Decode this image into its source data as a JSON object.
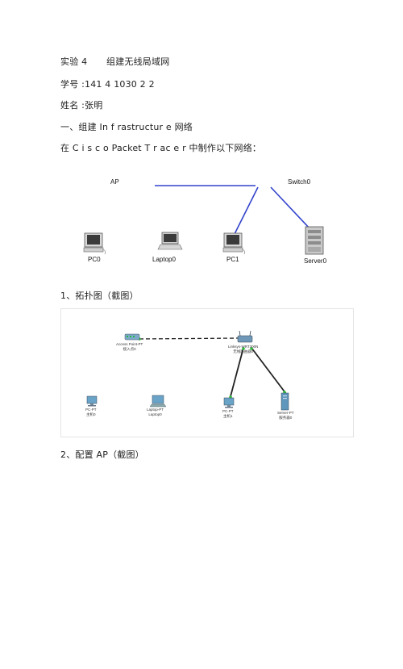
{
  "title": {
    "experiment": "实验 4",
    "name": "组建无线局域网"
  },
  "student_id": "学号 :141 4 1030 2 2",
  "student_name": "姓名 :张明",
  "section1": "一、组建 In f rastructur e 网络",
  "instruction": "在 C i s c o Packet T r ac e r 中制作以下网络：",
  "diagram": {
    "ap": "AP",
    "switch": "Switch0",
    "pc0": "PC0",
    "laptop": "Laptop0",
    "pc1": "PC1",
    "server": "Server0",
    "link_color": "#3344cc"
  },
  "step1": "1、拓扑图（截图）",
  "topology": {
    "access_point": [
      "Access Point-PT",
      "接入点0"
    ],
    "router": [
      "Linksys-WRT300N",
      "无线路由器0"
    ],
    "pc_left": [
      "PC-PT",
      "主机0"
    ],
    "laptop": [
      "Laptop-PT",
      "Laptop0"
    ],
    "pc_right": [
      "PC-PT",
      "主机1"
    ],
    "server": [
      "Server-PT",
      "服务器0"
    ]
  },
  "step2": "2、配置 AP（截图）"
}
